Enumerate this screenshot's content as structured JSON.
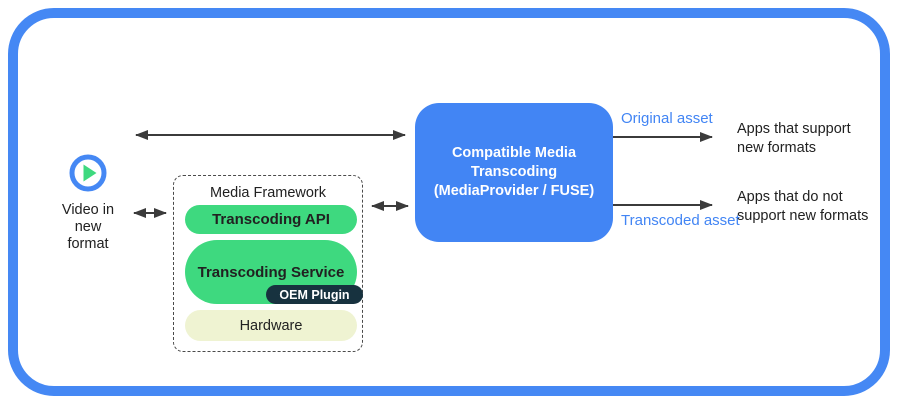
{
  "colors": {
    "frame_blue": "#4588F4",
    "box_blue": "#4285F4",
    "layer_green": "#3ED97F",
    "oem_navy": "#17323F",
    "hardware_cream": "#EFF3D2",
    "arrow_gray": "#3B3B3B",
    "asset_label_blue": "#4285F4",
    "text_dark": "#212121"
  },
  "icons": {
    "video": "play-icon"
  },
  "video_source": {
    "label": "Video in\nnew\nformat"
  },
  "media_framework": {
    "title": "Media Framework",
    "layers": [
      {
        "label": "Transcoding API"
      },
      {
        "label": "Transcoding Service",
        "sub": "OEM Plugin"
      },
      {
        "label": "Hardware"
      }
    ]
  },
  "transcoding_box": {
    "label": "Compatible Media\nTranscoding\n(MediaProvider / FUSE)"
  },
  "outputs": [
    {
      "asset_label": "Original asset",
      "target": "Apps that support\nnew formats"
    },
    {
      "asset_label": "Transcoded asset",
      "target": "Apps that do not\nsupport new formats"
    }
  ]
}
